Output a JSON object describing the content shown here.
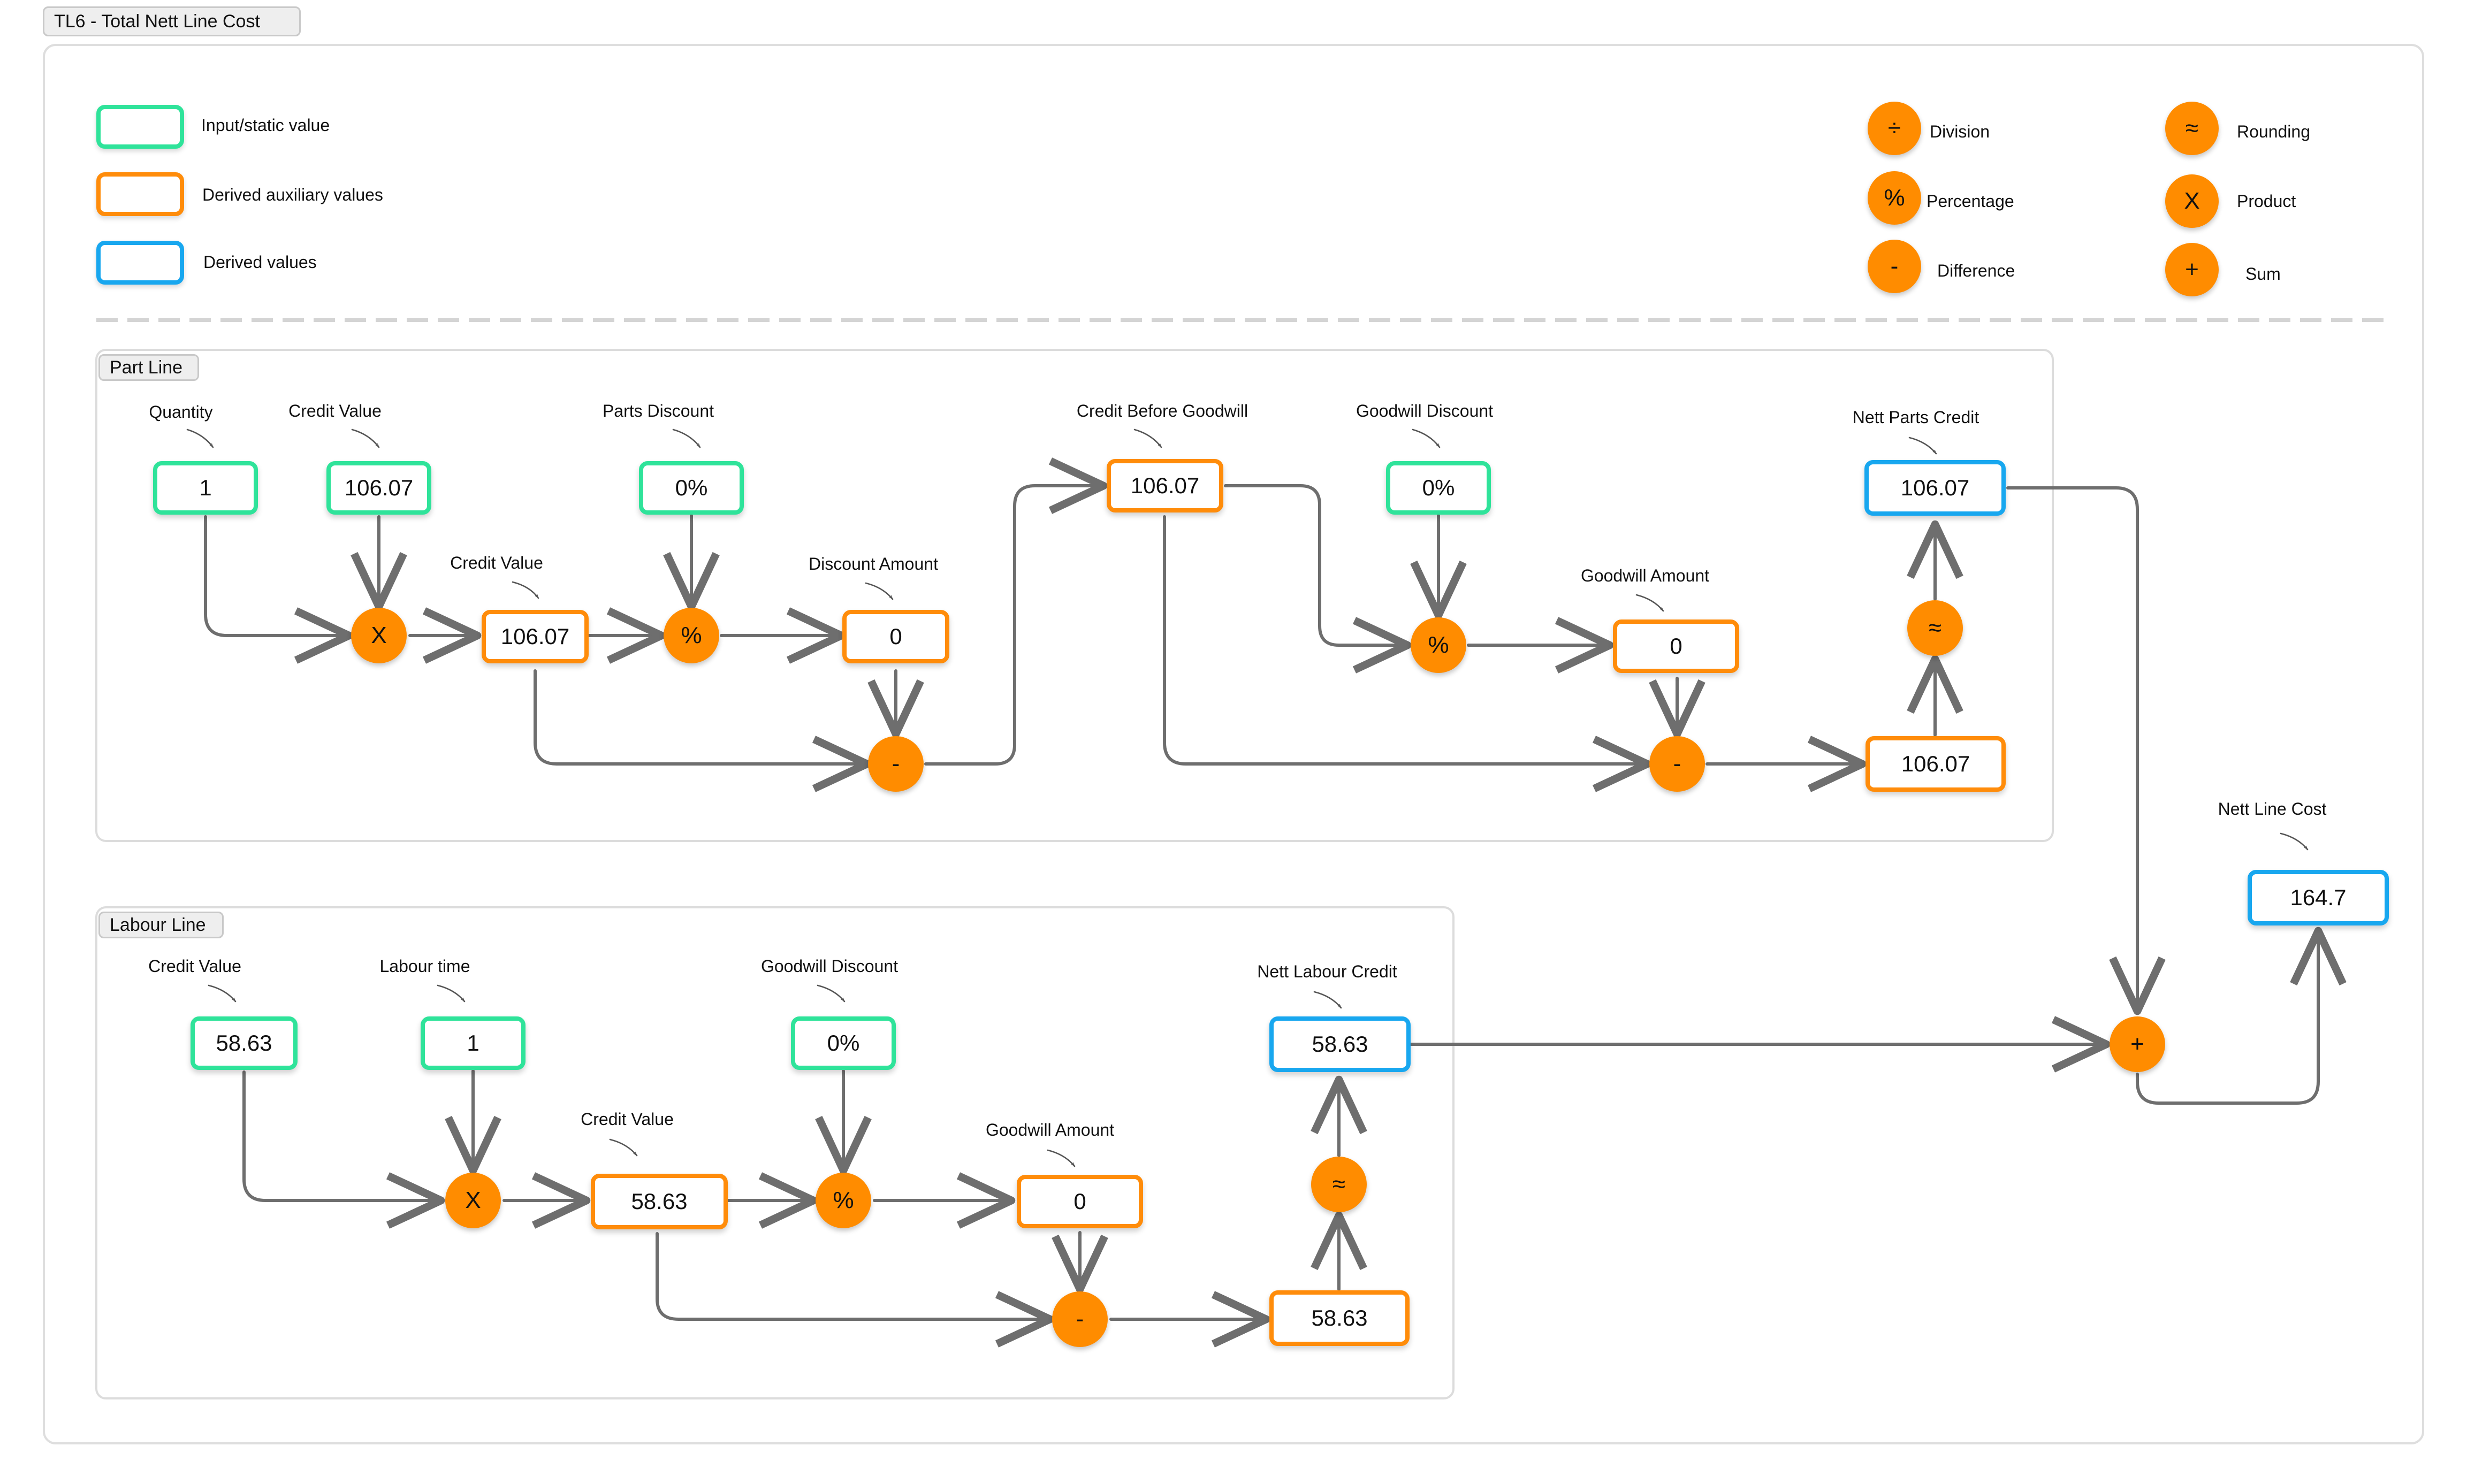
{
  "title": "TL6 - Total Nett Line Cost",
  "legend": {
    "input": "Input/static value",
    "aux": "Derived auxiliary values",
    "derived": "Derived values",
    "division": "Division",
    "percentage": "Percentage",
    "difference": "Difference",
    "rounding": "Rounding",
    "product": "Product",
    "sum": "Sum"
  },
  "symbols": {
    "division": "÷",
    "percentage": "%",
    "difference": "-",
    "rounding": "≈",
    "product": "X",
    "sum": "+"
  },
  "part_line": {
    "tag": "Part Line",
    "quantity_label": "Quantity",
    "quantity": "1",
    "credit_value_label": "Credit Value",
    "credit_value": "106.07",
    "parts_discount_label": "Parts Discount",
    "parts_discount": "0%",
    "credit_value2_label": "Credit Value",
    "credit_value2": "106.07",
    "discount_amount_label": "Discount Amount",
    "discount_amount": "0",
    "credit_before_goodwill_label": "Credit Before Goodwill",
    "credit_before_goodwill": "106.07",
    "goodwill_discount_label": "Goodwill Discount",
    "goodwill_discount": "0%",
    "goodwill_amount_label": "Goodwill Amount",
    "goodwill_amount": "0",
    "after_goodwill": "106.07",
    "nett_parts_credit_label": "Nett Parts Credit",
    "nett_parts_credit": "106.07"
  },
  "labour_line": {
    "tag": "Labour Line",
    "credit_value_label": "Credit Value",
    "credit_value": "58.63",
    "labour_time_label": "Labour time",
    "labour_time": "1",
    "goodwill_discount_label": "Goodwill Discount",
    "goodwill_discount": "0%",
    "credit_value2_label": "Credit Value",
    "credit_value2": "58.63",
    "goodwill_amount_label": "Goodwill Amount",
    "goodwill_amount": "0",
    "after_goodwill": "58.63",
    "nett_labour_credit_label": "Nett Labour Credit",
    "nett_labour_credit": "58.63"
  },
  "total": {
    "nett_line_cost_label": "Nett Line Cost",
    "nett_line_cost": "164.7"
  }
}
